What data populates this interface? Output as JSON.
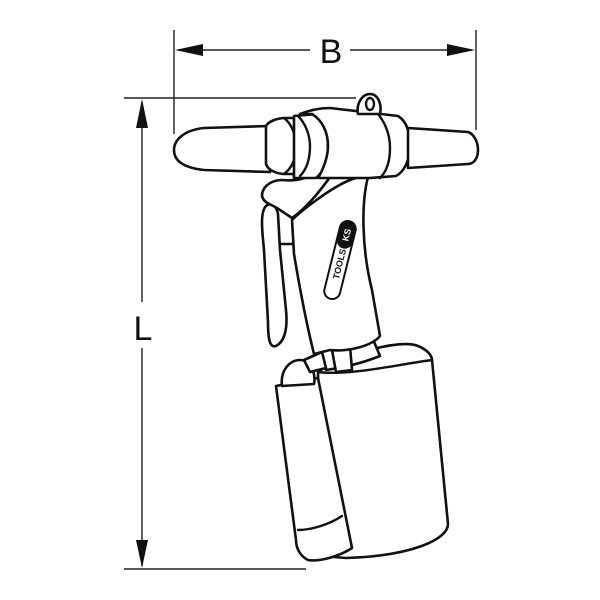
{
  "drawing": {
    "subject": "pneumatic rivet gun",
    "dimensions": {
      "width_label": "B",
      "length_label": "L"
    },
    "logo": {
      "brand_prefix": "KS",
      "brand_suffix": "TOOLS"
    },
    "colors": {
      "line": "#111111",
      "background": "#ffffff"
    }
  }
}
